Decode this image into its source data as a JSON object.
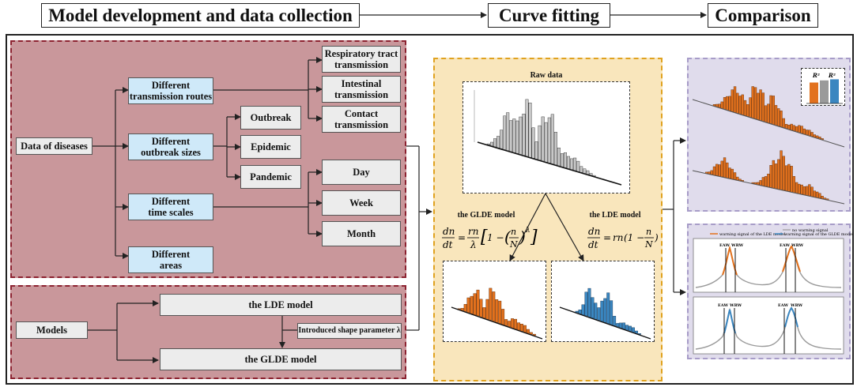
{
  "stages": {
    "model_development": "Model development and data collection",
    "curve_fitting": "Curve fitting",
    "comparison": "Comparison"
  },
  "data_panel": {
    "root": "Data of diseases",
    "transmission_routes": "Different\ntransmission routes",
    "outbreak_sizes": "Different\noutbreak sizes",
    "time_scales": "Different\ntime scales",
    "areas": "Different\nareas",
    "respiratory": "Respiratory tract\ntransmission",
    "intestinal": "Intestinal\ntransmission",
    "contact": "Contact\ntransmission",
    "outbreak": "Outbreak",
    "epidemic": "Epidemic",
    "pandemic": "Pandemic",
    "day": "Day",
    "week": "Week",
    "month": "Month"
  },
  "models_panel": {
    "models": "Models",
    "lde": "the LDE model",
    "glde": "the GLDE model",
    "shape_param": "Introduced shape parameter λ"
  },
  "fitting_panel": {
    "raw_data": "Raw data",
    "glde_title": "the GLDE model",
    "lde_title": "the LDE model"
  },
  "comparison_panel": {
    "r2_label_1": "R²",
    "r2_label_2": "R²",
    "r2_bars": [
      0.78,
      0.86,
      0.9
    ],
    "legend_no_warning": "no warning signal",
    "legend_lde_warning": "warning signal of the LDE model",
    "legend_glde_warning": "warning signal of the GLDE model",
    "eaw": "EAW",
    "wrw": "WRW"
  },
  "colors": {
    "orange": "#e2711d",
    "blue": "#3a86c0",
    "gray": "#9a9a9a"
  }
}
